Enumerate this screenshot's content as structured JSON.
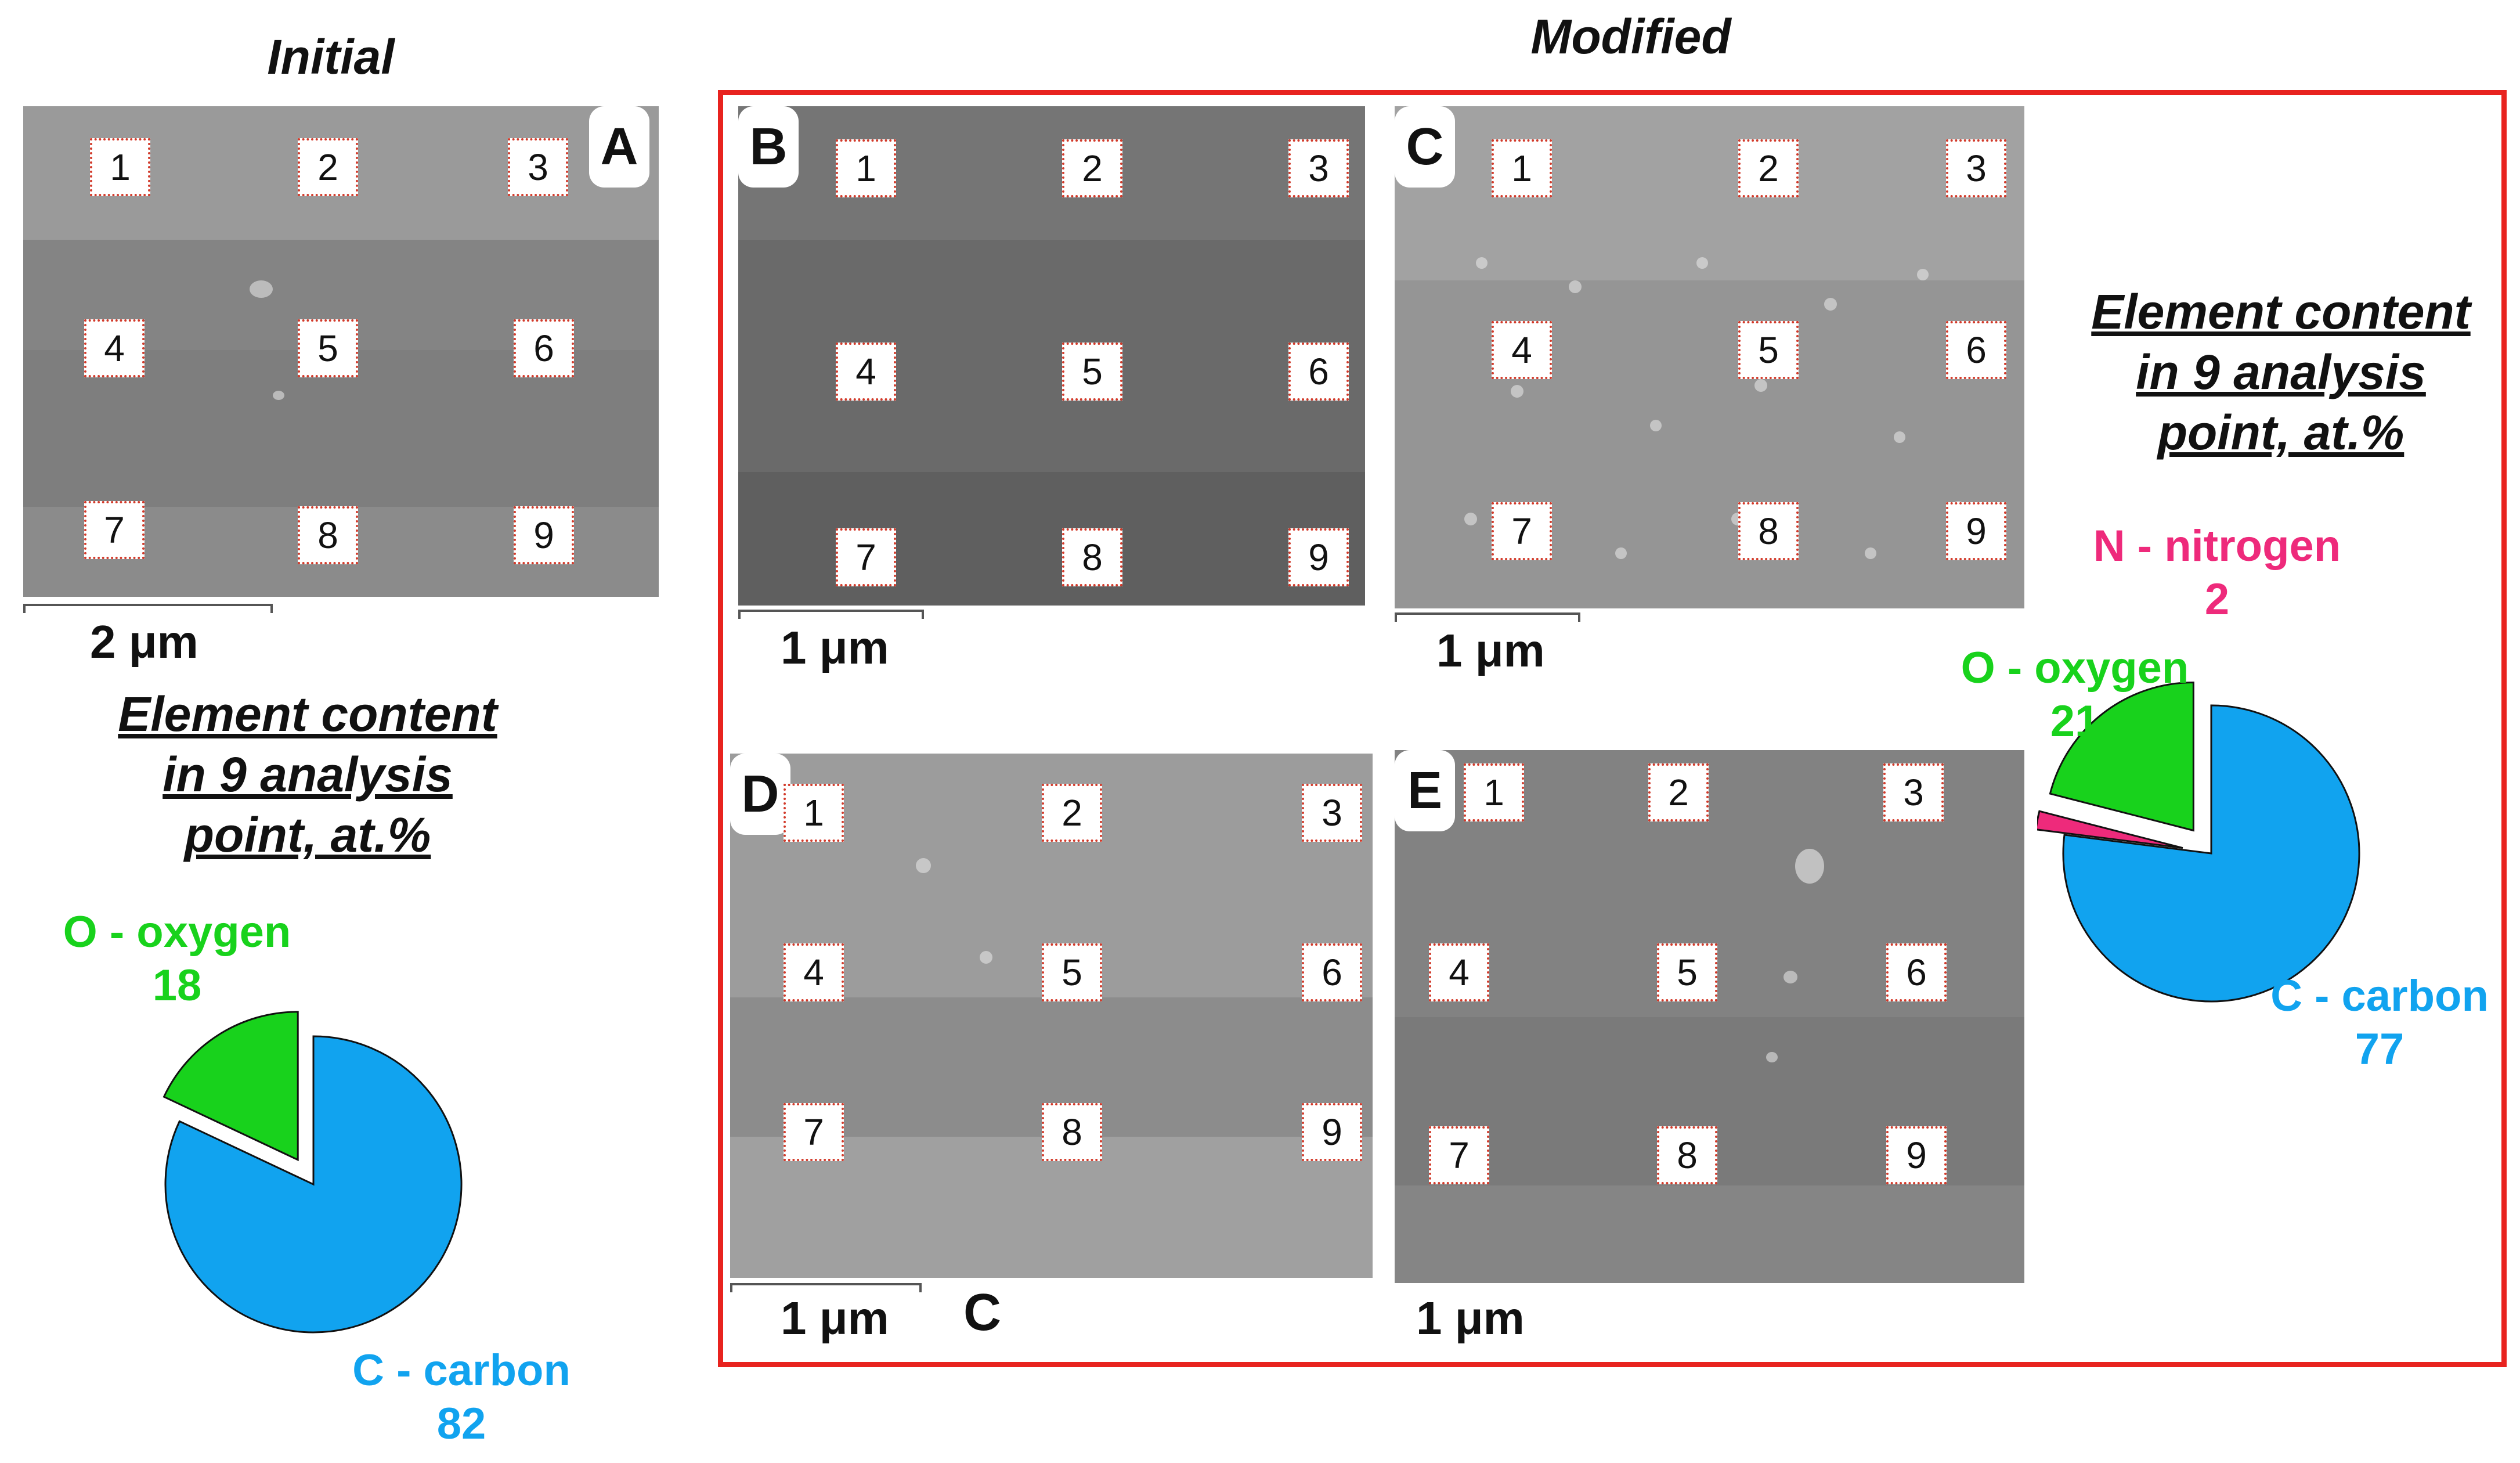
{
  "headings": {
    "initial": "Initial",
    "modified": "Modified"
  },
  "panels": {
    "A": {
      "letter": "A",
      "scale": "2 μm"
    },
    "B": {
      "letter": "B",
      "scale": "1 μm"
    },
    "C": {
      "letter": "C",
      "scale": "1 μm"
    },
    "D": {
      "letter": "D",
      "scale": "1 μm"
    },
    "E": {
      "letter": "E",
      "scale": "1 μm"
    }
  },
  "markers": [
    "1",
    "2",
    "3",
    "4",
    "5",
    "6",
    "7",
    "8",
    "9"
  ],
  "stray_label": "C",
  "caption_lines": [
    "Element content",
    "in 9 analysis",
    "point, at.%"
  ],
  "colors": {
    "carbon": "#11a3ef",
    "oxygen": "#18d21c",
    "nitrogen": "#ee2a7b",
    "frame": "#e8231f"
  },
  "chart_data": [
    {
      "type": "pie",
      "title": "Element content in 9 analysis point, at.%",
      "slices": [
        {
          "label": "C - carbon",
          "value": 82,
          "color": "#11a3ef"
        },
        {
          "label": "O - oxygen",
          "value": 18,
          "color": "#18d21c",
          "exploded": true
        }
      ]
    },
    {
      "type": "pie",
      "title": "Element content in 9 analysis point, at.%",
      "slices": [
        {
          "label": "C - carbon",
          "value": 77,
          "color": "#11a3ef"
        },
        {
          "label": "O - oxygen",
          "value": 21,
          "color": "#18d21c",
          "exploded": true
        },
        {
          "label": "N - nitrogen",
          "value": 2,
          "color": "#ee2a7b",
          "exploded": true
        }
      ]
    }
  ]
}
